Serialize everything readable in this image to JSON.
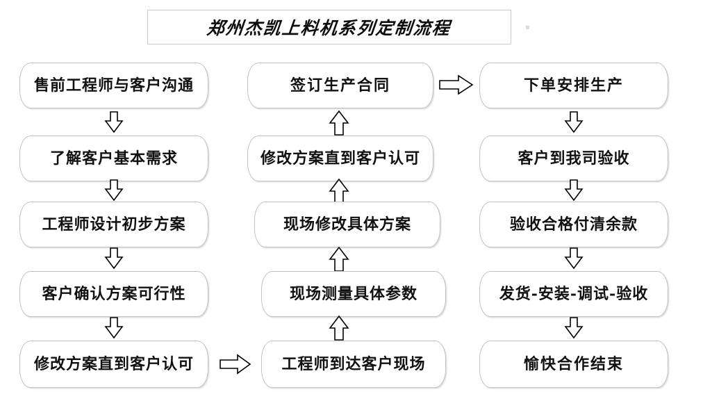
{
  "title": {
    "text": "郑州杰凯上料机系列定制流程"
  },
  "columns": [
    {
      "id": "column-left",
      "direction": "down",
      "nodes": [
        {
          "id": "node-presales-communication",
          "label": "售前工程师与客户沟通"
        },
        {
          "id": "node-understand-requirements",
          "label": "了解客户基本需求"
        },
        {
          "id": "node-engineer-initial-plan",
          "label": "工程师设计初步方案"
        },
        {
          "id": "node-customer-confirm-feasibility",
          "label": "客户确认方案可行性"
        },
        {
          "id": "node-revise-until-approved-left",
          "label": "修改方案直到客户认可"
        }
      ]
    },
    {
      "id": "column-middle",
      "direction": "up",
      "nodes": [
        {
          "id": "node-sign-production-contract",
          "label": "签订生产合同"
        },
        {
          "id": "node-revise-until-approved-middle",
          "label": "修改方案直到客户认可"
        },
        {
          "id": "node-onsite-revise-plan",
          "label": "现场修改具体方案"
        },
        {
          "id": "node-onsite-measure-params",
          "label": "现场测量具体参数"
        },
        {
          "id": "node-engineer-arrive-onsite",
          "label": "工程师到达客户现场"
        }
      ]
    },
    {
      "id": "column-right",
      "direction": "down",
      "nodes": [
        {
          "id": "node-place-order-arrange-production",
          "label": "下单安排生产"
        },
        {
          "id": "node-customer-inspect-at-our-company",
          "label": "客户到我司验收"
        },
        {
          "id": "node-pay-balance-after-acceptance",
          "label": "验收合格付清余款"
        },
        {
          "id": "node-ship-install-debug-accept",
          "label": "发货-安装-调试-验收"
        },
        {
          "id": "node-happy-cooperation-end",
          "label": "愉快合作结束"
        }
      ]
    }
  ],
  "connectors": {
    "left_down_1": "arrow-down",
    "left_down_2": "arrow-down",
    "left_down_3": "arrow-down",
    "left_down_4": "arrow-down",
    "middle_up_1": "arrow-up",
    "middle_up_2": "arrow-up",
    "middle_up_3": "arrow-up",
    "middle_up_4": "arrow-up",
    "right_down_1": "arrow-down",
    "right_down_2": "arrow-down",
    "right_down_3": "arrow-down",
    "right_down_4": "arrow-down",
    "left_to_middle": "arrow-right",
    "middle_to_right": "arrow-right"
  },
  "colors": {
    "background": "#ffffff",
    "box_border": "#c2c2c2",
    "title_border": "#c9c9c9",
    "text": "#111111",
    "arrow_stroke": "#000000",
    "arrow_fill": "#ffffff"
  }
}
